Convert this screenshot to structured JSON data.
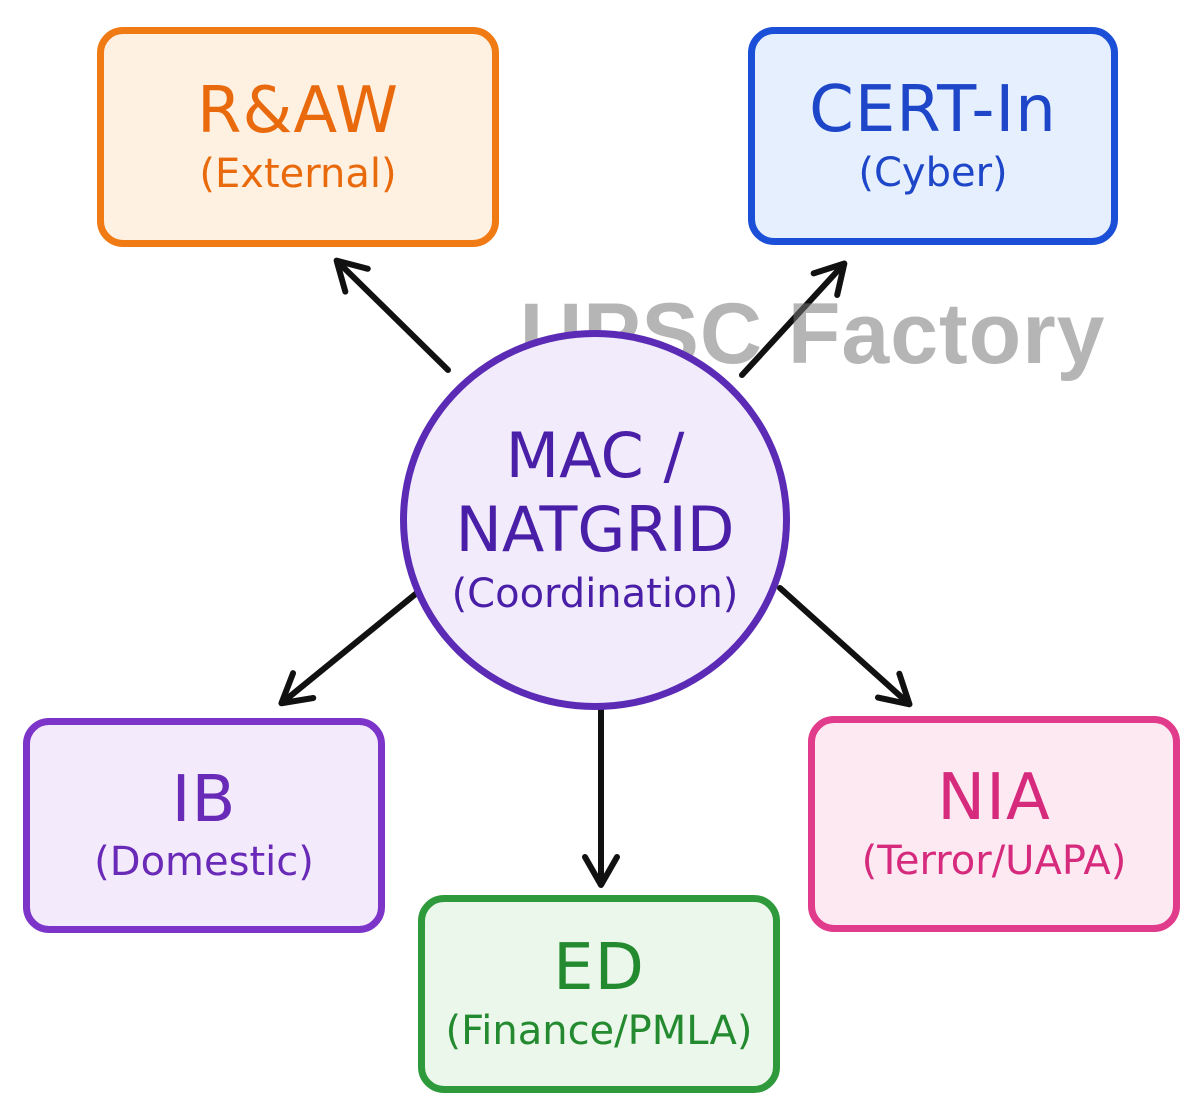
{
  "center": {
    "title_line1": "MAC /",
    "title_line2": "NATGRID",
    "subtitle": "(Coordination)"
  },
  "nodes": {
    "raw": {
      "title": "R&AW",
      "subtitle": "(External)",
      "border": "#f07a14",
      "fill": "#fff1e2",
      "text": "#e96a0c"
    },
    "cert": {
      "title": "CERT-In",
      "subtitle": "(Cyber)",
      "border": "#1c4fd8",
      "fill": "#e5effd",
      "text": "#1d46c8"
    },
    "ib": {
      "title": "IB",
      "subtitle": "(Domestic)",
      "border": "#7d35c9",
      "fill": "#f3ebfb",
      "text": "#6a2ab8"
    },
    "ed": {
      "title": "ED",
      "subtitle": "(Finance/PMLA)",
      "border": "#2f9a3c",
      "fill": "#eaf7ea",
      "text": "#238a2f"
    },
    "nia": {
      "title": "NIA",
      "subtitle": "(Terror/UAPA)",
      "border": "#e13b8c",
      "fill": "#fde9f2",
      "text": "#d62a7d"
    }
  },
  "watermark": "UPSC Factory"
}
